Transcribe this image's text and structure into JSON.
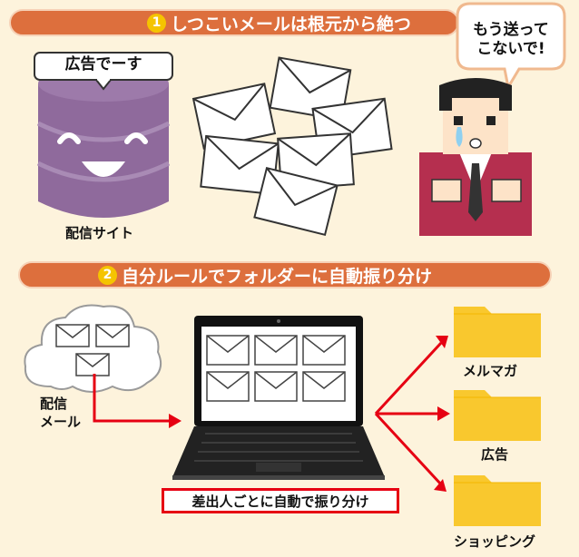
{
  "section1": {
    "number": "1",
    "title": "しつこいメールは根元から絶つ"
  },
  "speech_bubble": {
    "line1": "もう送って",
    "line2": "こないで!"
  },
  "server_sign": "広告でーす",
  "server_label": "配信サイト",
  "section2": {
    "number": "2",
    "title": "自分ルールでフォルダーに自動振り分け"
  },
  "cloud_label": {
    "line1": "配信",
    "line2": "メール"
  },
  "laptop_caption": "差出人ごとに自動で振り分け",
  "folders": [
    {
      "label": "メルマガ"
    },
    {
      "label": "広告"
    },
    {
      "label": "ショッピング"
    }
  ],
  "colors": {
    "banner": "#dd6f3d",
    "arrow": "#e60012",
    "server": "#8f6a9c",
    "folder": "#f9c82e",
    "background": "#fdf3dc",
    "shirt": "#b52f4f"
  }
}
